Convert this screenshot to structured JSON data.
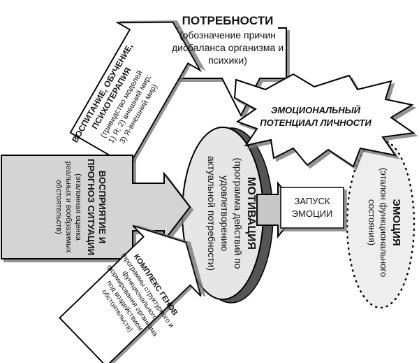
{
  "nodes": {
    "needs": {
      "title": "ПОТРЕБНОСТИ",
      "lines": [
        "(обозначение причин",
        "дисбаланса организма и",
        "психики)"
      ]
    },
    "potential": {
      "lines": [
        "ЭМОЦИОНАЛЬНЫЙ",
        "ПОТЕНЦИАЛ  ЛИЧНОСТИ"
      ]
    },
    "upbringing": {
      "title_lines": [
        "ВОСПИТАНИЕ, ОБУЧЕНИЕ,",
        "ПСИХОТЕРАПИЯ"
      ],
      "lines": [
        "(тривидство моделей",
        "1) Я; 2) внешний мир;",
        "3) Я-внешний мир)"
      ]
    },
    "perception": {
      "title_lines": [
        "ВОСПРИЯТИЕ  И",
        "ПРОГНОЗ СИТУАЦИИ"
      ],
      "lines": [
        "(эталонная оценка",
        "реальных и вообразимых",
        "обстоятельств)"
      ]
    },
    "genes": {
      "title": "КОМПЛЕКС ГЕНОВ",
      "lines": [
        "(программы структурного и",
        "функционального",
        "формирования организма",
        "под воздействием",
        "обстоятельств)"
      ]
    },
    "motivation": {
      "title": "МОТИВАЦИЯ",
      "lines": [
        "(программа действий по",
        "удовлетворению",
        "актуальной потребности)"
      ]
    },
    "launch": {
      "lines": [
        "ЗАПУСК",
        "ЭМОЦИИ"
      ]
    },
    "emotion": {
      "title": "ЭМОЦИЯ",
      "lines": [
        "(эталон функционального",
        "состояния)"
      ]
    }
  },
  "colors": {
    "arrow_light": "#ffffff",
    "arrow_gray": "#d4d4d4",
    "motivation_fill": "#e6e6e6",
    "motivation_shadow": "#555555",
    "emotion_fill": "#eeeeee",
    "launch_fill": "#c8c8c8",
    "outline": "#000000"
  }
}
